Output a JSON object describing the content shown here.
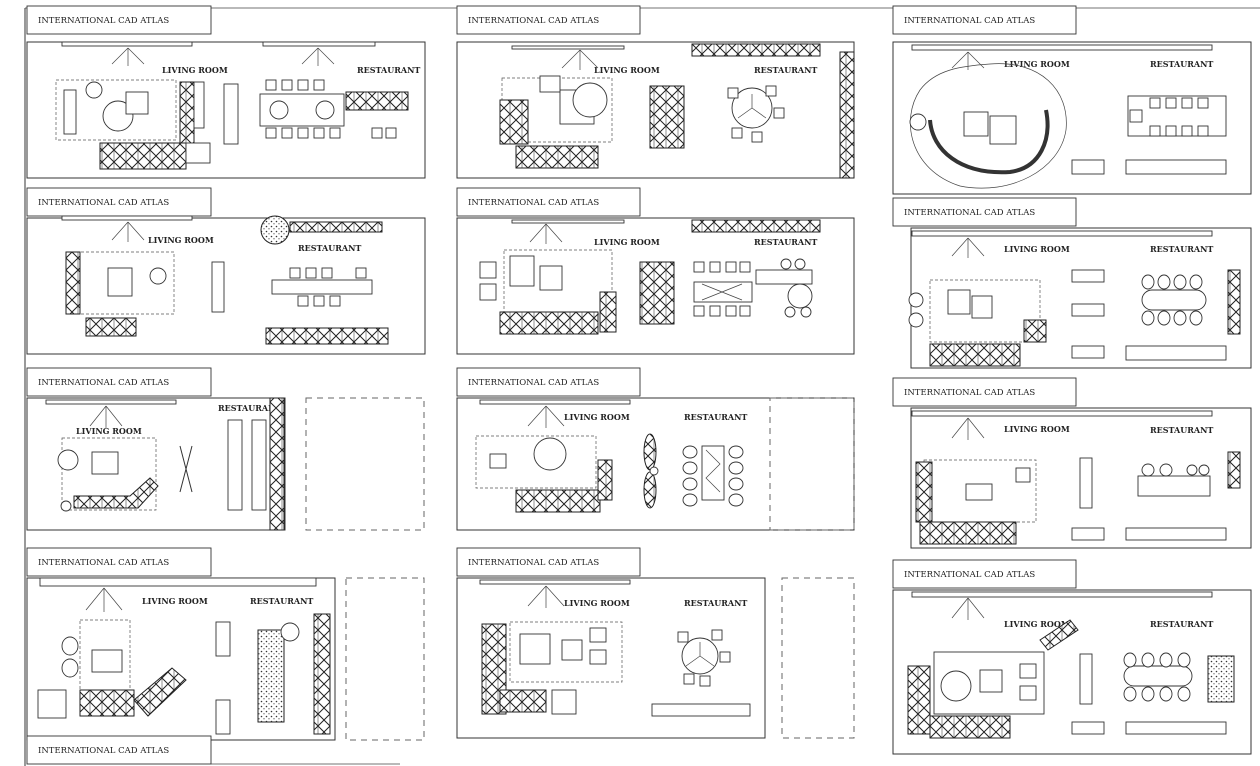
{
  "sheet": {
    "panels": [
      {
        "id": "p1",
        "title": "INTERNATIONAL CAD ATLAS",
        "labels": [
          "LIVING ROOM",
          "RESTAURANT"
        ]
      },
      {
        "id": "p2",
        "title": "INTERNATIONAL CAD ATLAS",
        "labels": [
          "LIVING ROOM",
          "RESTAURANT"
        ]
      },
      {
        "id": "p3",
        "title": "INTERNATIONAL CAD ATLAS",
        "labels": [
          "LIVING ROOM",
          "RESTAURANT"
        ]
      },
      {
        "id": "p4",
        "title": "INTERNATIONAL CAD ATLAS",
        "labels": [
          "LIVING ROOM",
          "RESTAURANT"
        ]
      },
      {
        "id": "p5",
        "title": "INTERNATIONAL CAD ATLAS",
        "labels": [
          "LIVING ROOM",
          "RESTAURANT"
        ]
      },
      {
        "id": "p6",
        "title": "INTERNATIONAL CAD ATLAS",
        "labels": [
          "LIVING ROOM",
          "RESTAURANT"
        ]
      },
      {
        "id": "p7",
        "title": "INTERNATIONAL CAD ATLAS",
        "labels": [
          "LIVING ROOM",
          "RESTAURANT"
        ]
      },
      {
        "id": "p8",
        "title": "INTERNATIONAL CAD ATLAS",
        "labels": [
          "LIVING ROOM",
          "RESTAURANT"
        ]
      },
      {
        "id": "p9",
        "title": "INTERNATIONAL CAD ATLAS",
        "labels": [
          "LIVING ROOM",
          "RESTAURANT"
        ]
      },
      {
        "id": "p10",
        "title": "INTERNATIONAL CAD ATLAS",
        "labels": [
          "LIVING ROOM",
          "RESTAURANT"
        ]
      },
      {
        "id": "p11",
        "title": "INTERNATIONAL CAD ATLAS",
        "labels": [
          "LIVING ROOM",
          "RESTAURANT"
        ]
      },
      {
        "id": "p12",
        "title": "INTERNATIONAL CAD ATLAS",
        "labels": [
          "LIVING ROOM",
          "RESTAURANT"
        ]
      },
      {
        "id": "p13",
        "title": "INTERNATIONAL CAD ATLAS",
        "labels": []
      }
    ]
  }
}
